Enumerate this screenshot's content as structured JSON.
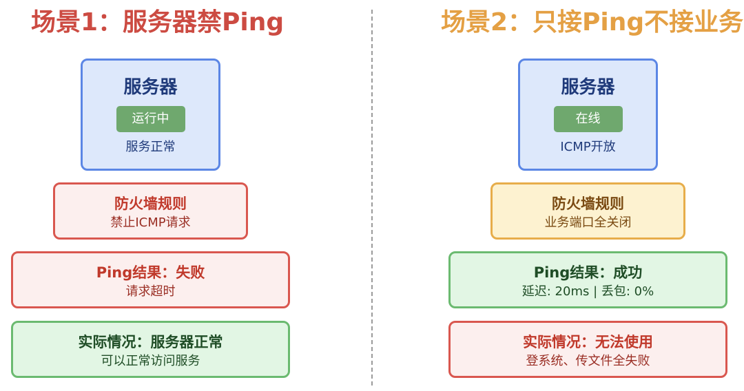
{
  "colors": {
    "left_title": "#cc4b42",
    "right_title": "#e4a044"
  },
  "left": {
    "title": "场景1：服务器禁Ping",
    "server": {
      "name": "服务器",
      "status": "运行中",
      "note": "服务正常"
    },
    "firewall": {
      "title": "防火墙规则",
      "detail": "禁止ICMP请求"
    },
    "ping": {
      "title": "Ping结果：失败",
      "detail": "请求超时"
    },
    "actual": {
      "title": "实际情况：服务器正常",
      "detail": "可以正常访问服务"
    }
  },
  "right": {
    "title": "场景2：只接Ping不接业务",
    "server": {
      "name": "服务器",
      "status": "在线",
      "note": "ICMP开放"
    },
    "firewall": {
      "title": "防火墙规则",
      "detail": "业务端口全关闭"
    },
    "ping": {
      "title": "Ping结果：成功",
      "detail": "延迟: 20ms | 丢包: 0%"
    },
    "actual": {
      "title": "实际情况：无法使用",
      "detail": "登系统、传文件全失败"
    }
  }
}
